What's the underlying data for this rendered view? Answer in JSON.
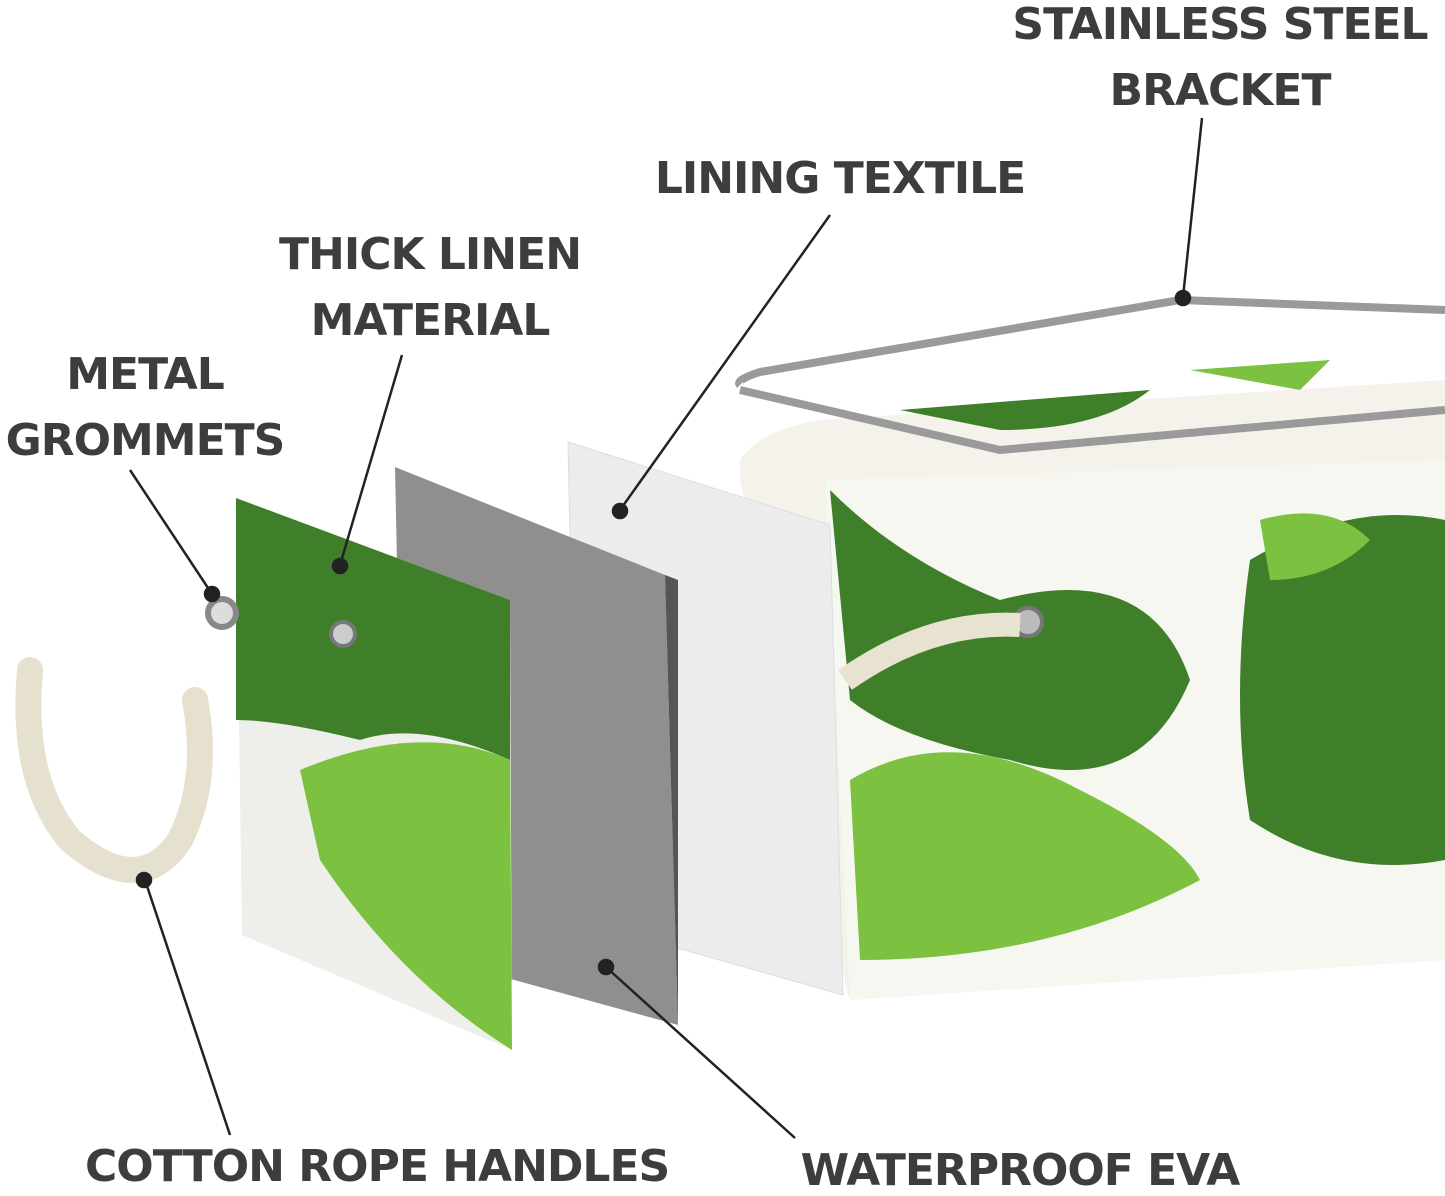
{
  "labels": {
    "bracket": {
      "line1": "STAINLESS STEEL",
      "line2": "BRACKET"
    },
    "lining": "LINING TEXTILE",
    "linen": {
      "line1": "THICK LINEN",
      "line2": "MATERIAL"
    },
    "grommets": {
      "line1": "METAL",
      "line2": "GROMMETS"
    },
    "rope": "COTTON ROPE HANDLES",
    "eva": "WATERPROOF EVA"
  },
  "colors": {
    "text": "#3d3d3d",
    "leaf_dark": "#3f7f2a",
    "leaf_light": "#7cc240",
    "eva": "#8f8f8f",
    "lining": "#ececec",
    "steel": "#9a9a9a"
  }
}
